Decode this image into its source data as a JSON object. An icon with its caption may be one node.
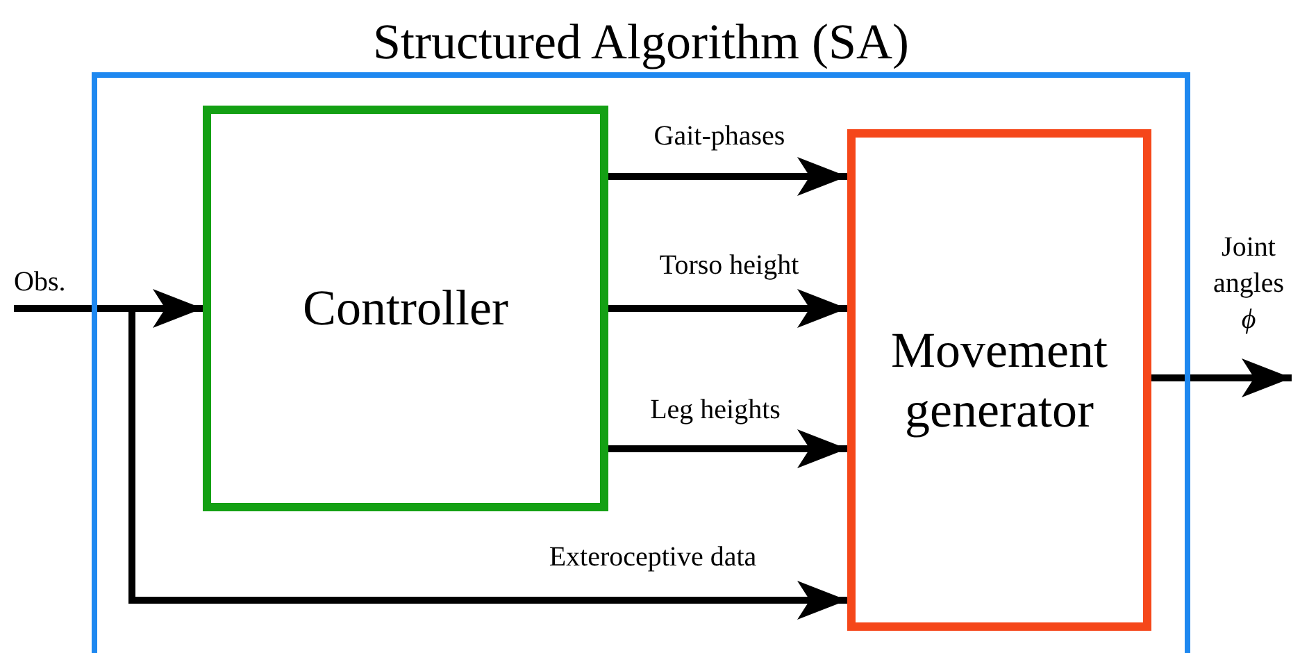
{
  "diagram": {
    "nodes": [
      {
        "text": [
          "Structured Algorithm (SA)"
        ]
      },
      {
        "text": [
          "Controller"
        ],
        "in": 0
      },
      {
        "text": [
          "Movement generator"
        ],
        "in": 0
      }
    ],
    "edges": [
      {
        "from": null,
        "to": 1,
        "arrow": "to",
        "label": "Obs."
      },
      {
        "from": null,
        "to": 2,
        "arrow": "to",
        "label": "Exteroceptive data"
      },
      {
        "from": 1,
        "to": 2,
        "arrow": "to",
        "label": "Gait-phases"
      },
      {
        "from": 1,
        "to": 2,
        "arrow": "to",
        "label": "Torso height"
      },
      {
        "from": 1,
        "to": 2,
        "arrow": "to",
        "label": "Leg heights"
      },
      {
        "from": 2,
        "to": null,
        "arrow": "to",
        "label": "Joint angles *ϕ*"
      }
    ]
  }
}
